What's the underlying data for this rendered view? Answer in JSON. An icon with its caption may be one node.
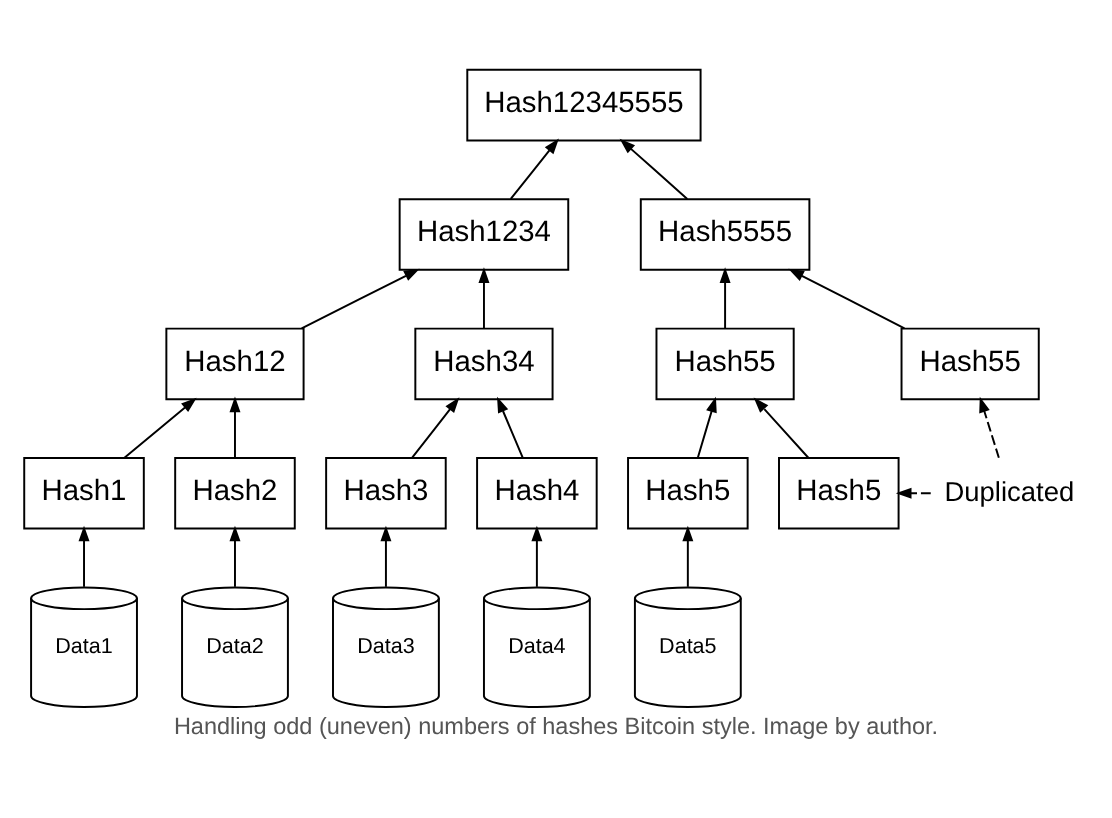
{
  "diagram": {
    "caption": "Handling odd (uneven) numbers of hashes Bitcoin style. Image by author.",
    "nodes": [
      {
        "text": [
          "Hash12345555"
        ]
      },
      {
        "text": [
          "Hash1234"
        ]
      },
      {
        "text": [
          "Hash5555"
        ]
      },
      {
        "text": [
          "Hash12"
        ]
      },
      {
        "text": [
          "Hash34"
        ]
      },
      {
        "text": [
          "Hash55"
        ]
      },
      {
        "text": [
          "Hash55"
        ]
      },
      {
        "text": [
          "Hash1"
        ]
      },
      {
        "text": [
          "Hash2"
        ]
      },
      {
        "text": [
          "Hash3"
        ]
      },
      {
        "text": [
          "Hash4"
        ]
      },
      {
        "text": [
          "Hash5"
        ]
      },
      {
        "text": [
          "Hash5"
        ]
      },
      {
        "text": [
          "Duplicated"
        ]
      },
      {
        "text": [
          "Data1"
        ]
      },
      {
        "text": [
          "Data2"
        ]
      },
      {
        "text": [
          "Data3"
        ]
      },
      {
        "text": [
          "Data4"
        ]
      },
      {
        "text": [
          "Data5"
        ]
      }
    ],
    "edges": [
      {
        "from": 14,
        "to": 7,
        "arrow": "to"
      },
      {
        "from": 15,
        "to": 8,
        "arrow": "to"
      },
      {
        "from": 16,
        "to": 9,
        "arrow": "to"
      },
      {
        "from": 17,
        "to": 10,
        "arrow": "to"
      },
      {
        "from": 18,
        "to": 11,
        "arrow": "to"
      },
      {
        "from": 7,
        "to": 3,
        "arrow": "to"
      },
      {
        "from": 8,
        "to": 3,
        "arrow": "to"
      },
      {
        "from": 9,
        "to": 4,
        "arrow": "to"
      },
      {
        "from": 10,
        "to": 4,
        "arrow": "to"
      },
      {
        "from": 11,
        "to": 5,
        "arrow": "to"
      },
      {
        "from": 12,
        "to": 5,
        "arrow": "to"
      },
      {
        "from": 13,
        "to": 12,
        "arrow": "to",
        "style": "dashed"
      },
      {
        "from": 13,
        "to": 6,
        "arrow": "to",
        "style": "dashed"
      },
      {
        "from": 3,
        "to": 1,
        "arrow": "to"
      },
      {
        "from": 4,
        "to": 1,
        "arrow": "to"
      },
      {
        "from": 5,
        "to": 2,
        "arrow": "to"
      },
      {
        "from": 6,
        "to": 2,
        "arrow": "to"
      },
      {
        "from": 1,
        "to": 0,
        "arrow": "to"
      },
      {
        "from": 2,
        "to": 0,
        "arrow": "to"
      }
    ]
  }
}
